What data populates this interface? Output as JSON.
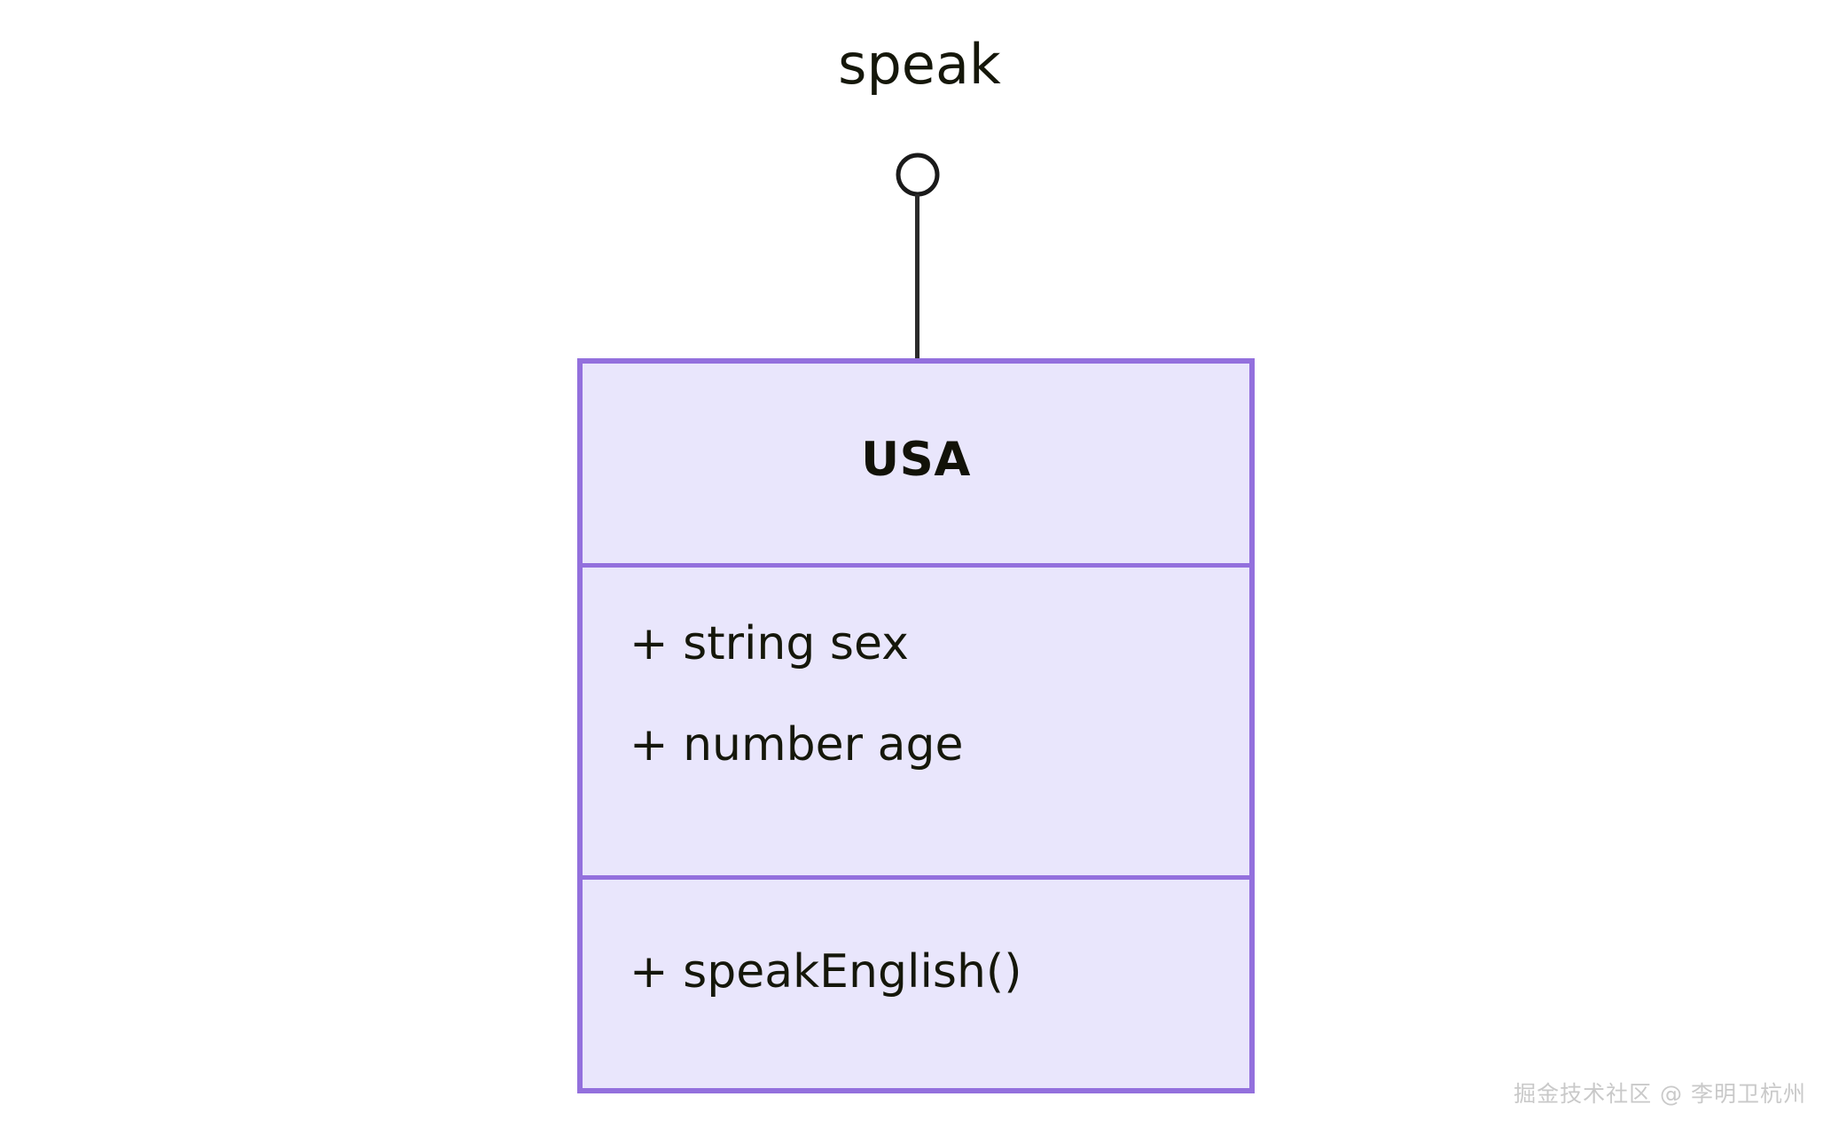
{
  "diagram": {
    "type": "uml-class-diagram",
    "background_color": "#ffffff",
    "interface": {
      "label": "speak",
      "notation": "lollipop",
      "stroke_color": "#1a1a1a"
    },
    "class_box": {
      "name": "USA",
      "fill_color": "#e9e6fc",
      "border_color": "#9370dd",
      "attributes": [
        {
          "visibility": "+",
          "text": "+ string sex"
        },
        {
          "visibility": "+",
          "text": "+ number age"
        }
      ],
      "methods": [
        {
          "visibility": "+",
          "text": "+ speakEnglish()"
        }
      ]
    }
  },
  "watermark": {
    "text": "掘金技术社区 @ 李明卫杭州",
    "color": "#c9c9c9"
  }
}
